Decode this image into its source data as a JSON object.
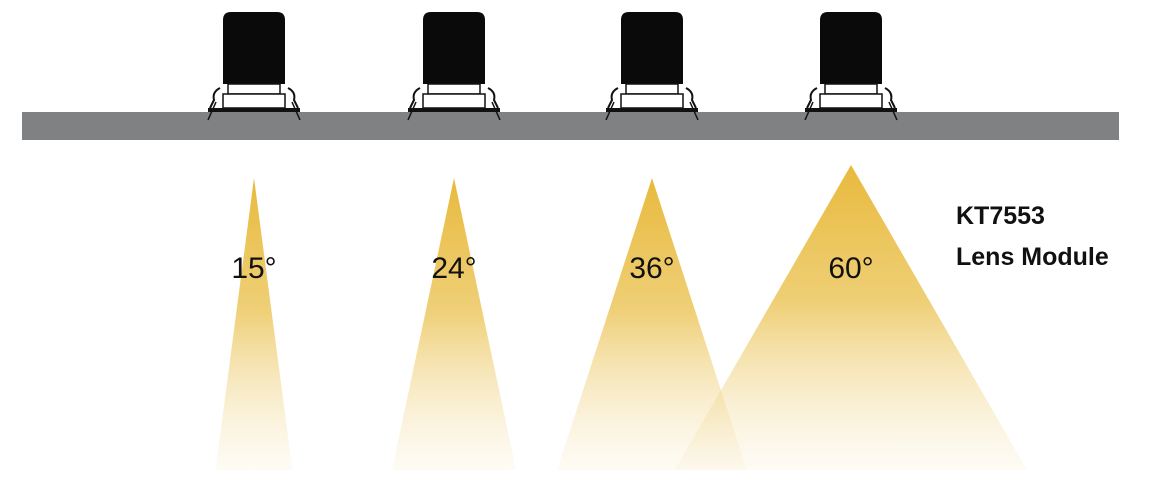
{
  "product": {
    "model": "KT7553",
    "name": "Lens Module"
  },
  "colors": {
    "ceiling": "#7f8183",
    "housing": "#0a0a0a",
    "beam": "#e8b93c",
    "text": "#111111"
  },
  "icons": [
    "downlight-icon"
  ],
  "beams": [
    {
      "angle_label": "15°",
      "beam_angle_deg": 15
    },
    {
      "angle_label": "24°",
      "beam_angle_deg": 24
    },
    {
      "angle_label": "36°",
      "beam_angle_deg": 36
    },
    {
      "angle_label": "60°",
      "beam_angle_deg": 60
    }
  ]
}
